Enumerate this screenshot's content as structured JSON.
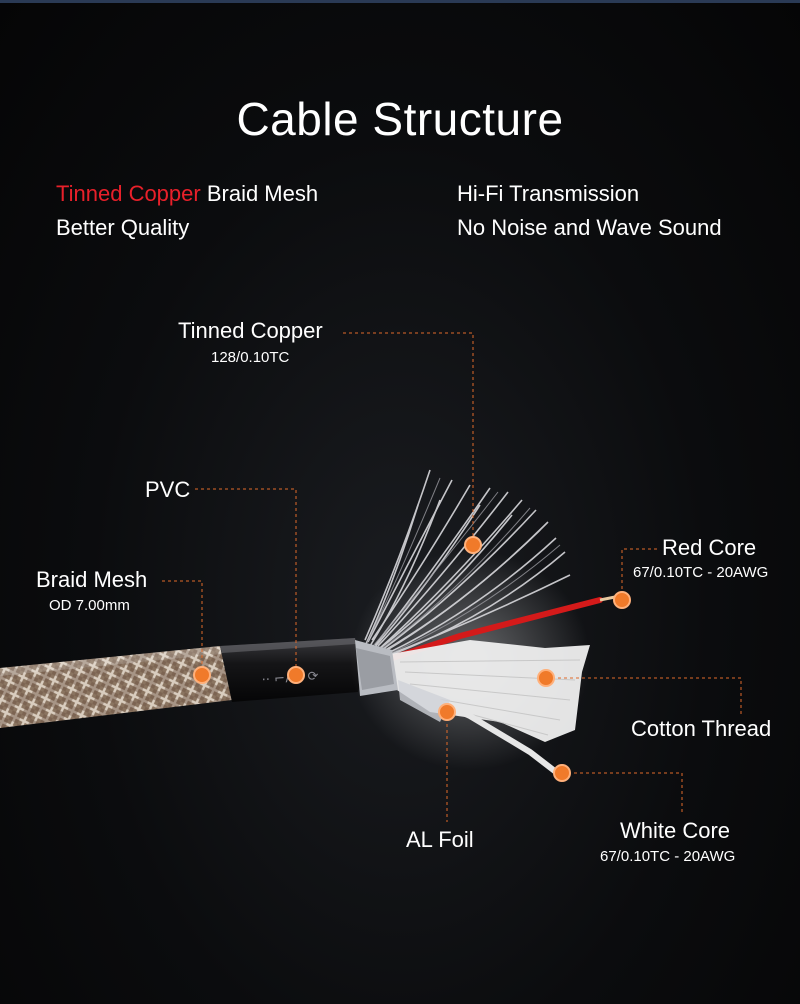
{
  "title": "Cable Structure",
  "features": {
    "left_line1_highlight": "Tinned Copper",
    "left_line1_rest": " Braid Mesh",
    "left_line2": "Better Quality",
    "right_line1": "Hi-Fi Transmission",
    "right_line2": "No Noise and Wave Sound"
  },
  "labels": {
    "tinned_copper": {
      "name": "Tinned Copper",
      "spec": "128/0.10TC"
    },
    "pvc": {
      "name": "PVC"
    },
    "braid_mesh": {
      "name": "Braid Mesh",
      "spec": "OD 7.00mm"
    },
    "red_core": {
      "name": "Red Core",
      "spec": "67/0.10TC - 20AWG"
    },
    "cotton_thread": {
      "name": "Cotton Thread"
    },
    "al_foil": {
      "name": "AL Foil"
    },
    "white_core": {
      "name": "White Core",
      "spec": "67/0.10TC - 20AWG"
    }
  },
  "colors": {
    "highlight": "#e8202a",
    "leader_line": "#e06a2a",
    "marker": "#f07a2a"
  }
}
